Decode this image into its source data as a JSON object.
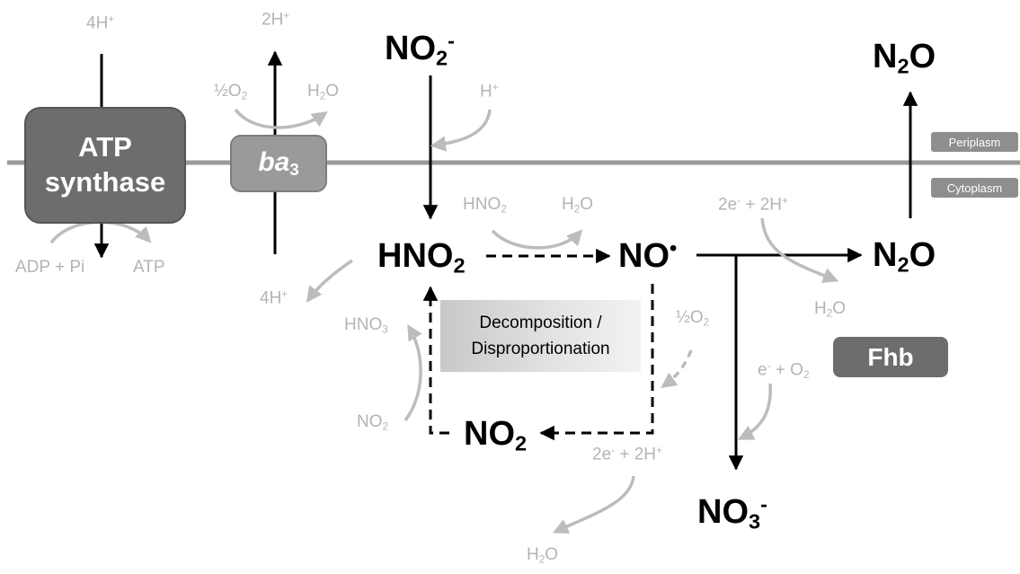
{
  "boxes": {
    "atp_line1": "ATP",
    "atp_line2": "synthase",
    "ba3_main": "ba",
    "ba3_sub": "3",
    "fhb": "Fhb",
    "decomp_line1": "Decomposition /",
    "decomp_line2": "Disproportionation"
  },
  "compartments": {
    "periplasm": "Periplasm",
    "cytoplasm": "Cytoplasm"
  },
  "species": {
    "no2_minus": {
      "main": "NO",
      "sub": "2",
      "sup": "-"
    },
    "hno2": {
      "main": "HNO",
      "sub": "2"
    },
    "no_radical": {
      "main": "NO",
      "sup": "•"
    },
    "n2o_mid": {
      "main": "N",
      "sub": "2",
      "tail": "O"
    },
    "n2o_top": {
      "main": "N",
      "sub": "2",
      "tail": "O"
    },
    "no2": {
      "main": "NO",
      "sub": "2"
    },
    "no3_minus": {
      "main": "NO",
      "sub": "3",
      "sup": "-"
    }
  },
  "side_labels": {
    "h4_top": {
      "main": "4H",
      "sup": "+"
    },
    "h2_top": {
      "main": "2H",
      "sup": "+"
    },
    "half_o2_top": {
      "main": "½O",
      "sub": "2"
    },
    "h2o_top": {
      "main": "H",
      "sub": "2",
      "tail": "O"
    },
    "h_plus": {
      "main": "H",
      "sup": "+"
    },
    "adp_pi": "ADP + Pi",
    "atp": "ATP",
    "h4_bottom": {
      "main": "4H",
      "sup": "+"
    },
    "hno2_side": {
      "main": "HNO",
      "sub": "2"
    },
    "h2o_mid": {
      "main": "H",
      "sub": "2",
      "tail": "O"
    },
    "e2_2h_right": {
      "pre": "2e",
      "presup": "-",
      "main": " + 2H",
      "sup": "+"
    },
    "h2o_right": {
      "main": "H",
      "sub": "2",
      "tail": "O"
    },
    "hno3": {
      "main": "HNO",
      "sub": "3"
    },
    "half_o2_mid": {
      "main": "½O",
      "sub": "2"
    },
    "e_o2": {
      "pre": "e",
      "presup": "-",
      "main": " + O",
      "sub": "2"
    },
    "no2_side": {
      "main": "NO",
      "sub": "2"
    },
    "e2_2h_bottom": {
      "pre": "2e",
      "presup": "-",
      "main": " + 2H",
      "sup": "+"
    },
    "h2o_bottom": {
      "main": "H",
      "sub": "2",
      "tail": "O"
    }
  }
}
